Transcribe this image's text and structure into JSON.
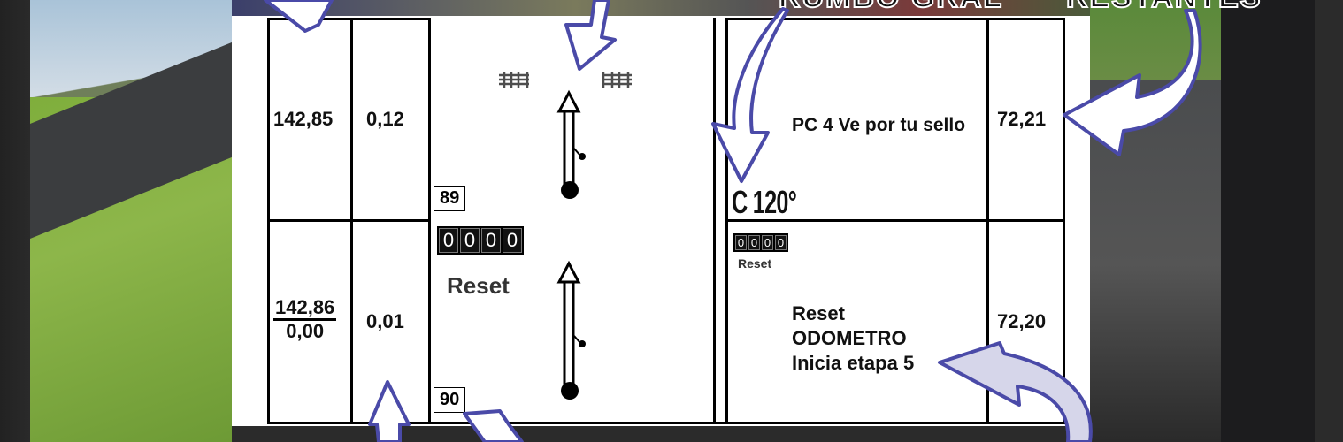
{
  "header": {
    "left_title": "RUMBO GRAL",
    "right_title": "RESTANTES"
  },
  "rows": [
    {
      "total": "142,85",
      "partial": "0,12",
      "box_number": "89",
      "heading": "C 120°",
      "notes": "PC 4 Ve por tu sello",
      "remaining": "72,21"
    },
    {
      "total_top": "142,86",
      "total_bottom": "0,00",
      "partial": "0,01",
      "box_number": "90",
      "odometer": [
        "0",
        "0",
        "0",
        "0"
      ],
      "odometer_label": "Reset",
      "small_odometer": [
        "0",
        "0",
        "0",
        "0"
      ],
      "small_odometer_label": "Reset",
      "notes": [
        "Reset",
        "ODOMETRO",
        "Inicia etapa 5"
      ],
      "remaining": "72,20"
    }
  ],
  "colors": {
    "arrow": "#4a4aa8",
    "paper": "#ffffff"
  }
}
